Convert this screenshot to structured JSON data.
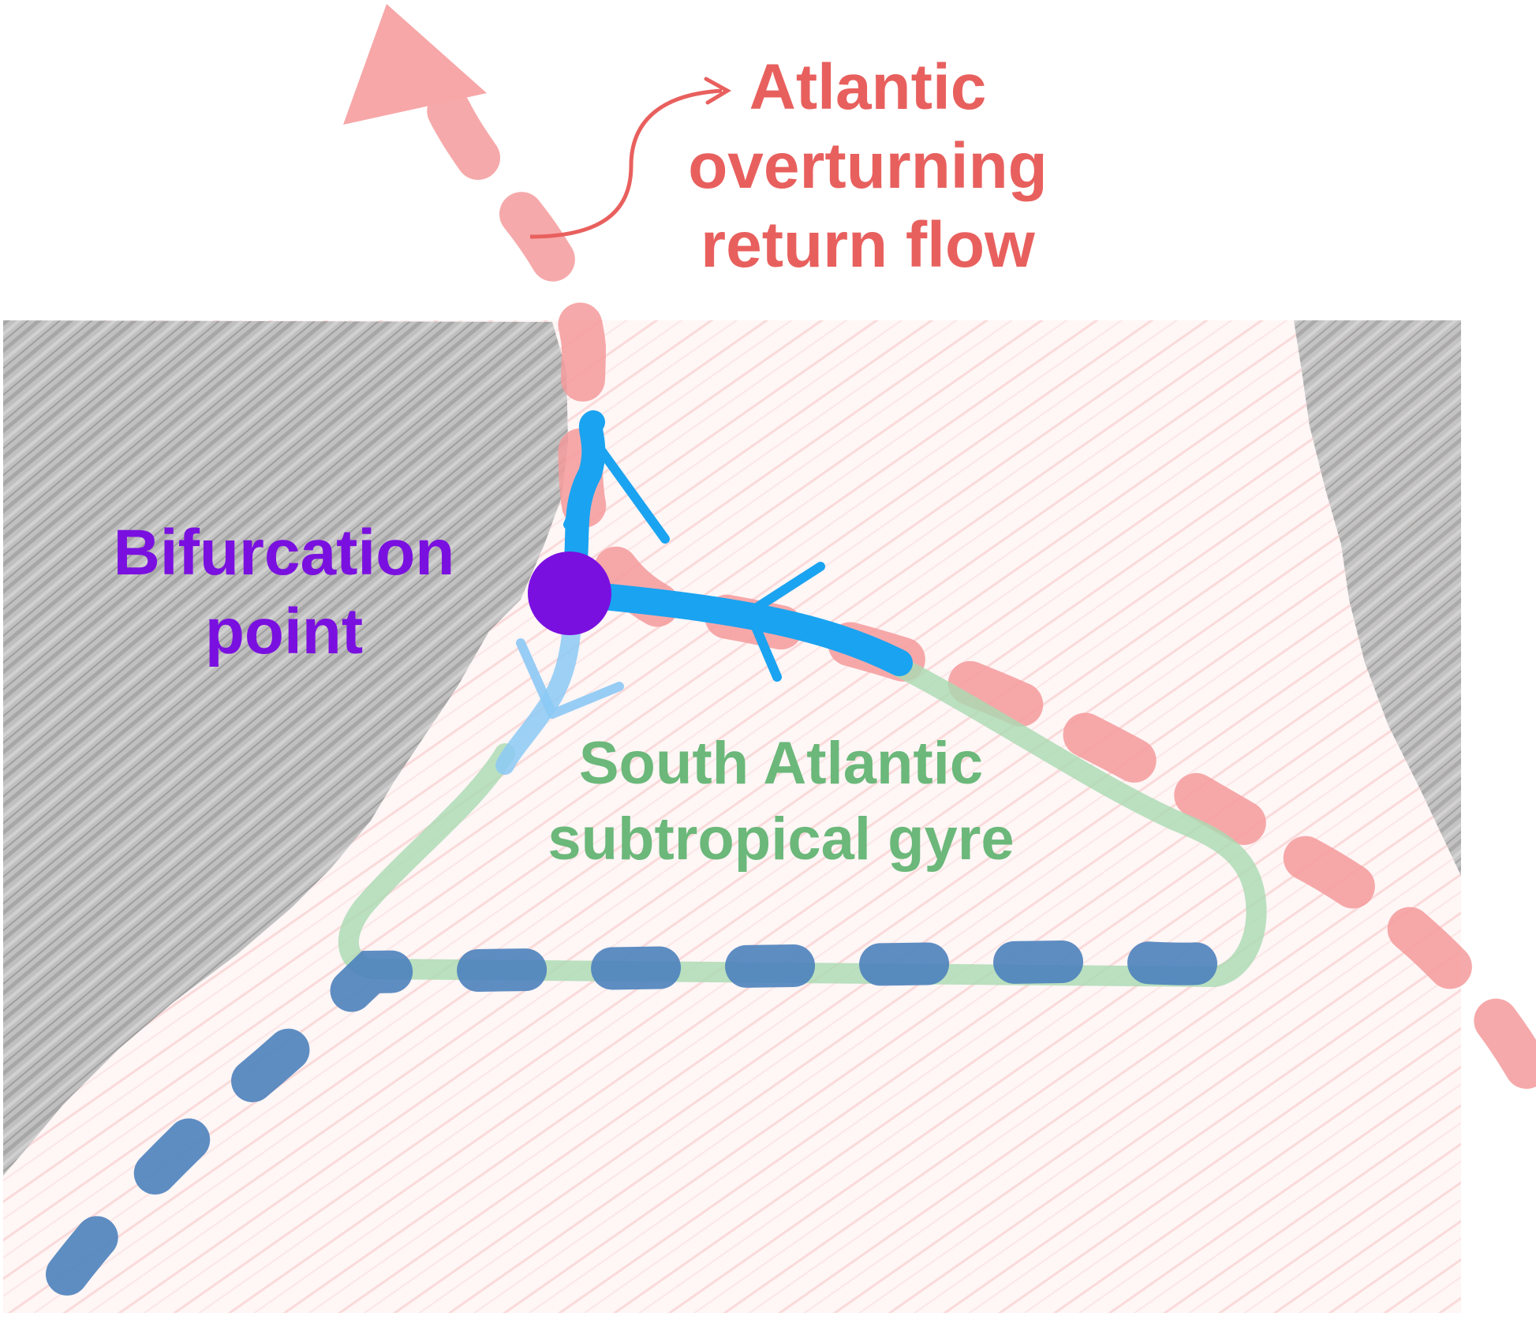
{
  "labels": {
    "amoc": {
      "lines": [
        "Atlantic",
        "overturning",
        "return flow"
      ]
    },
    "bifurcation": {
      "lines": [
        "Bifurcation",
        "point"
      ]
    },
    "gyre": {
      "lines": [
        "South Atlantic",
        "subtropical gyre"
      ]
    }
  },
  "colors": {
    "amoc": "#E8605E",
    "amoc_dash": "#F7A2A3",
    "bifurcation": "#7A10E0",
    "gyre": "#6BB87A",
    "gyre_line": "#BFE3C4",
    "current": "#1AA3F0",
    "current_light": "#8CC9F5",
    "dashed_blue": "#4C82BC",
    "land": "#B8B8B8",
    "ocean_hatch": "#FCE3E3"
  }
}
